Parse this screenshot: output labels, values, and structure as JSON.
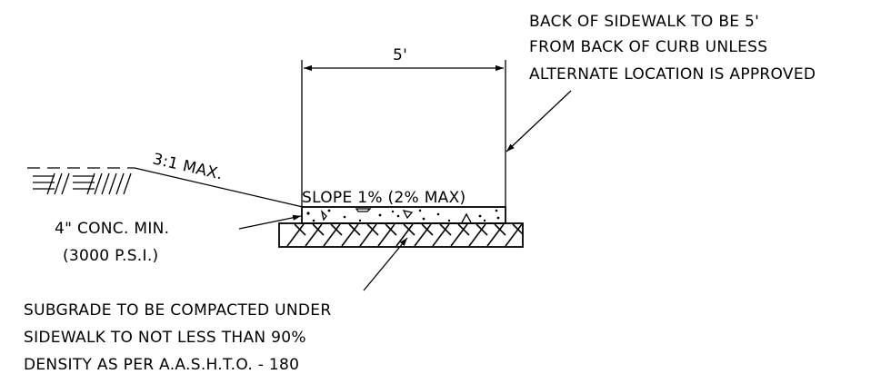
{
  "dimension": {
    "width_label": "5'"
  },
  "notes": {
    "back_of_sidewalk": [
      "BACK OF SIDEWALK TO BE 5'",
      "FROM BACK OF CURB UNLESS",
      "ALTERNATE LOCATION IS APPROVED"
    ],
    "slope_ratio": "3:1 MAX.",
    "sidewalk_slope": "SLOPE 1% (2% MAX)",
    "concrete": [
      "4\" CONC. MIN.",
      "(3000 P.S.I.)"
    ],
    "subgrade": [
      "SUBGRADE TO BE COMPACTED UNDER",
      "SIDEWALK TO NOT LESS THAN 90%",
      "DENSITY AS PER A.A.S.H.T.O. - 180"
    ]
  }
}
